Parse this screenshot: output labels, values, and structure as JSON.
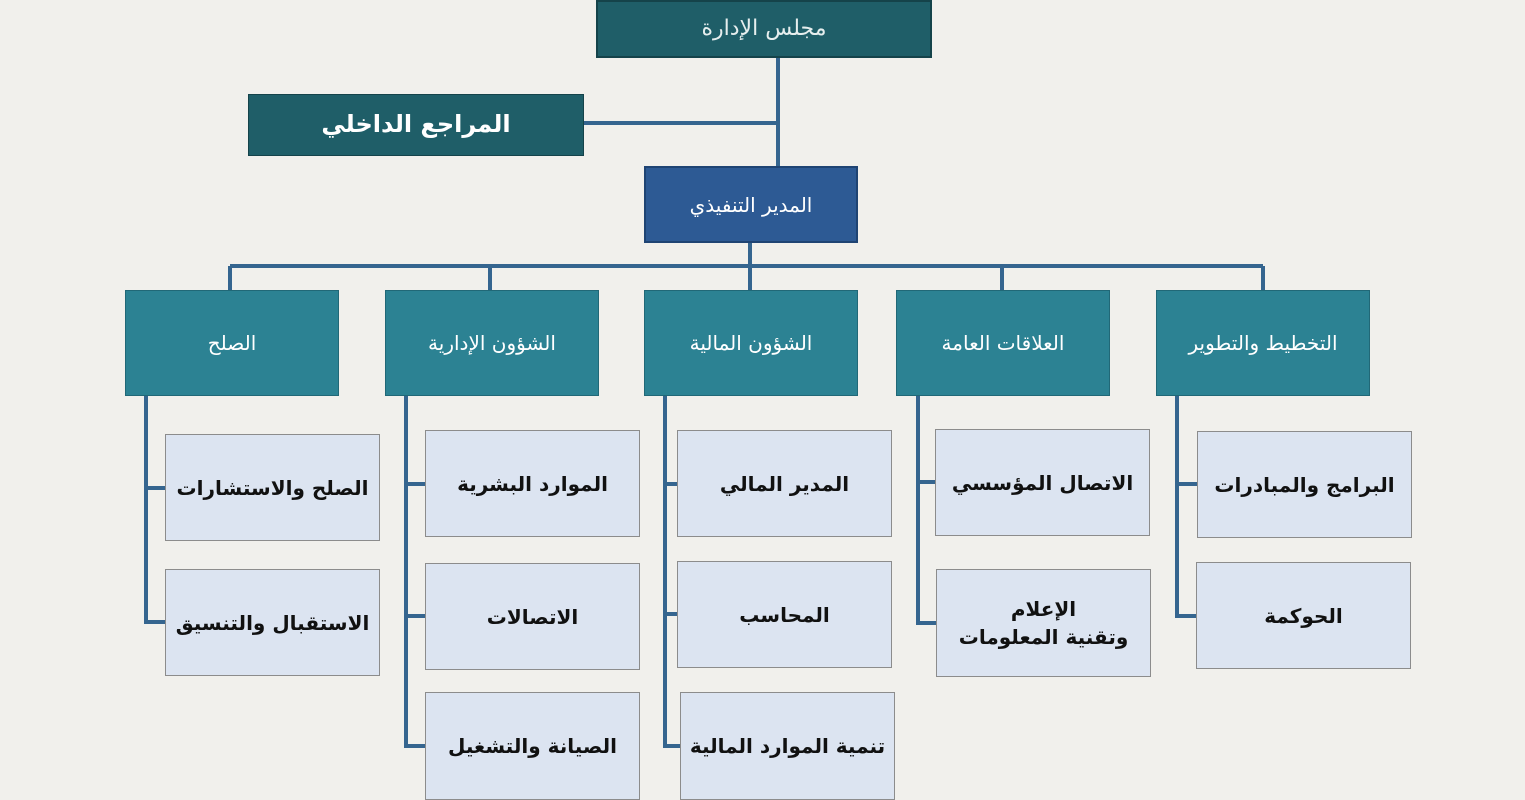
{
  "board": "مجلس الإدارة",
  "internal_audit": "المراجع الداخلي",
  "ceo": "المدير التنفيذي",
  "departments": [
    {
      "name": "التخطيط والتطوير",
      "units": [
        "البرامج والمبادرات",
        "الحوكمة"
      ]
    },
    {
      "name": "العلاقات العامة",
      "units": [
        "الاتصال المؤسسي",
        [
          "الإعلام",
          "وتقنية المعلومات"
        ]
      ]
    },
    {
      "name": "الشؤون المالية",
      "units": [
        "المدير المالي",
        "المحاسب",
        "تنمية الموارد المالية"
      ]
    },
    {
      "name": "الشؤون الإدارية",
      "units": [
        "الموارد البشرية",
        "الاتصالات",
        "الصيانة والتشغيل"
      ]
    },
    {
      "name": "الصلح",
      "units": [
        "الصلح والاستشارات",
        "الاستقبال والتنسيق"
      ]
    }
  ],
  "colors": {
    "board": "#1f5e68",
    "ceo": "#2d5a94",
    "department": "#2c8293",
    "unit": "#dce4f1",
    "connector": "#35658f"
  }
}
